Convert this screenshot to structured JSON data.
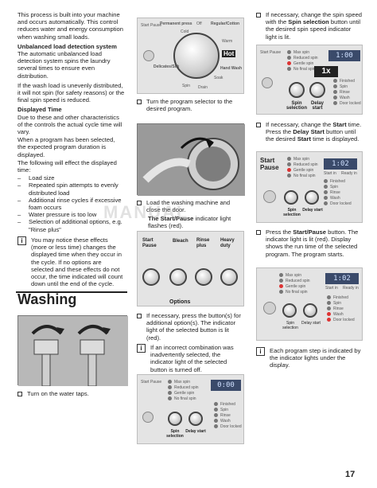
{
  "page_number": "17",
  "watermark": "MANUAL",
  "left": {
    "intro": "This process is built into your machine and occurs automatically. This control reduces water and energy consumption when washing small loads.",
    "unbalanced_heading": "Unbalanced load detection system",
    "unbalanced_p1": "The automatic unbalanced load detection system spins the laundry several times to ensure even distribution.",
    "unbalanced_p2": "If the wash load is unevenly distributed, it will not spin (for safety reasons) or the final spin speed is reduced.",
    "displayed_heading": "Displayed Time",
    "displayed_p1": "Due to these and other characteristics of the controls the actual cycle time will vary.",
    "displayed_p2": "When a program has been selected, the expected program duration is displayed.",
    "displayed_p3": "The following will effect the displayed time:",
    "effects": [
      "Load size",
      "Repeated spin attempts to evenly distributed load",
      "Additional rinse cycles if excessive foam occurs",
      "Water pressure is too low",
      "Selection of additional options, e.g. \"Rinse plus\""
    ],
    "note": "You may notice these effects (more or less time) changes the displayed time when they occur in the cycle. If no options are selected and these effects do not occur, the time indicated will count down until the end of the cycle.",
    "section_title": "Washing",
    "step_taps": "Turn on the water taps."
  },
  "middle": {
    "dial_labels": [
      "Permanent press",
      "Off",
      "Regular/Cotton",
      "Cold",
      "Warm",
      "Hot",
      "Delicates/Silk",
      "Spin",
      "Drain",
      "Soak",
      "Hand Wash"
    ],
    "startpause_small": "Start Pause",
    "step_program": "Turn the program selector to the desired program.",
    "step_load": "Load the washing machine and close the door.",
    "startpause_flash_bold": "The Start/Pause",
    "startpause_flash_rest": "indicator light flashes (red).",
    "options_buttons": [
      "Start Pause",
      "Bleach",
      "Rinse plus",
      "Heavy duty"
    ],
    "options_title": "Options",
    "step_options": "If necessary, press the button(s) for additional option(s). The indicator light of the selected button is lit (red).",
    "note_combo": "If an incorrect combination was inadvertently selected, the indicator light of the selected button is turned off.",
    "panel3_spin": [
      "Max spin",
      "Reduced spin",
      "Gentle spin",
      "No final spin"
    ],
    "panel3_status": [
      "Finished",
      "Spin",
      "Rinse",
      "Wash",
      "Door locked"
    ],
    "panel3_time": "0:00",
    "panel3_btn1": "Spin selection",
    "panel3_btn2": "Delay start",
    "panel3_small": "Start Pause"
  },
  "right": {
    "step_spin_pre": "If necessary, change the spin speed with the",
    "step_spin_bold": "Spin selection",
    "step_spin_post": "button until the desired spin speed indicator light is lit.",
    "step_delay_pre": "If necessary, change the",
    "step_delay_b1": "Start",
    "step_delay_mid": "time. Press the",
    "step_delay_b2": "Delay Start",
    "step_delay_mid2": "button until the desired",
    "step_delay_b3": "Start",
    "step_delay_post": "time is displayed.",
    "step_press_pre": "Press the",
    "step_press_bold": "Start/Pause",
    "step_press_post": "button. The indicator light is lit (red). Display shows the run time of the selected program. The program starts.",
    "note_steps": "Each program step is indicated by the indicator lights under the display.",
    "p1_time": "1:00",
    "p1_step": "1x",
    "p1_small": "Start Pause",
    "p1_btn1": "Spin selection",
    "p1_btn2": "Delay start",
    "p2_title": "Start Pause",
    "p2_time": "1:02",
    "p2_btn1": "Spin selection",
    "p2_btn2": "Delay start",
    "p3_time": "1:02",
    "p3_btn1": "Spin selection",
    "p3_btn2": "Delay start",
    "spin": [
      "Max spin",
      "Reduced spin",
      "Gentle spin",
      "No final spin"
    ],
    "status": [
      "Finished",
      "Spin",
      "Rinse",
      "Wash",
      "Door locked"
    ],
    "hdr_start": "Start in",
    "hdr_ready": "Ready in"
  }
}
